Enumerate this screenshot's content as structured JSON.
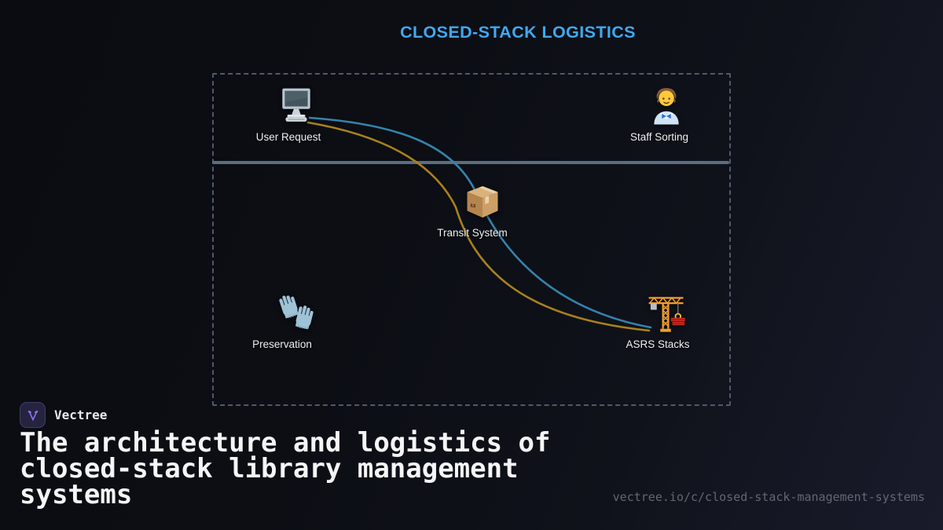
{
  "header": {
    "title": "CLOSED-STACK LOGISTICS"
  },
  "diagram": {
    "nodes": [
      {
        "id": "user-request",
        "label": "User Request",
        "icon": "desktop-computer-icon"
      },
      {
        "id": "staff-sorting",
        "label": "Staff Sorting",
        "icon": "office-worker-icon"
      },
      {
        "id": "transit-system",
        "label": "Transit System",
        "icon": "package-icon"
      },
      {
        "id": "preservation",
        "label": "Preservation",
        "icon": "gloves-icon"
      },
      {
        "id": "asrs-stacks",
        "label": "ASRS Stacks",
        "icon": "construction-crane-icon"
      }
    ],
    "edges": [
      {
        "from": "user-request",
        "via": "transit-system",
        "to": "asrs-stacks",
        "color": "#3583ab"
      },
      {
        "from": "user-request",
        "via": "transit-system",
        "to": "asrs-stacks",
        "color": "#a8811c"
      }
    ]
  },
  "footer": {
    "brand": "Vectree",
    "title": "The architecture and logistics of closed-stack library management systems",
    "url": "vectree.io/c/closed-stack-management-systems"
  },
  "colors": {
    "accent_blue": "#3fa9f1",
    "edge_blue": "#3583ab",
    "edge_yellow": "#a8811c",
    "divider": "#5a6e82",
    "dashed_border": "#4d5a6e",
    "logo_purple": "#8f6df0"
  }
}
